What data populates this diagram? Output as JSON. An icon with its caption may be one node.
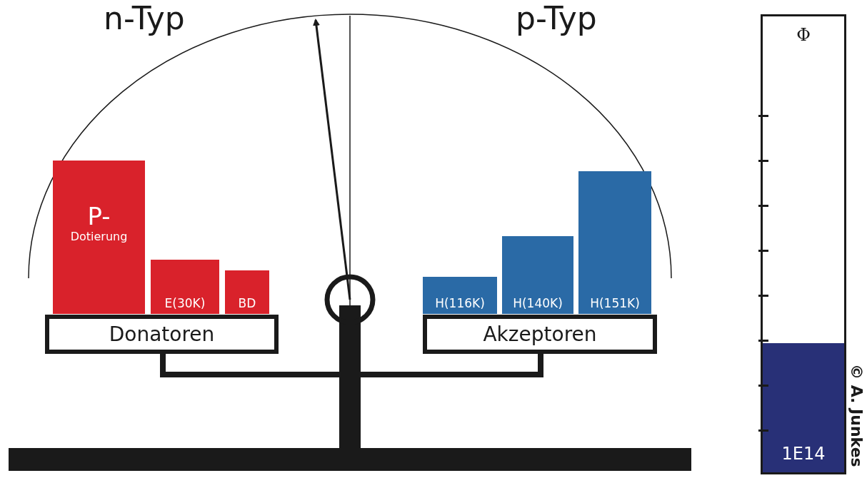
{
  "diagram": {
    "nodes": [
      {
        "text": [
          "P-",
          "Dotierung"
        ]
      },
      {
        "text": [
          "E(30K)"
        ]
      },
      {
        "text": [
          "BD"
        ]
      },
      {
        "text": [
          "Donatoren"
        ]
      },
      {
        "text": [
          "H(116K)"
        ]
      },
      {
        "text": [
          "H(140K)"
        ]
      },
      {
        "text": [
          "H(151K)"
        ]
      },
      {
        "text": [
          "Akzeptoren"
        ]
      },
      {
        "text": [
          "Φ",
          "1E14"
        ]
      }
    ],
    "edges": [],
    "labels": [
      "n-Typ",
      "p-Typ",
      "© A. Junkes"
    ]
  }
}
